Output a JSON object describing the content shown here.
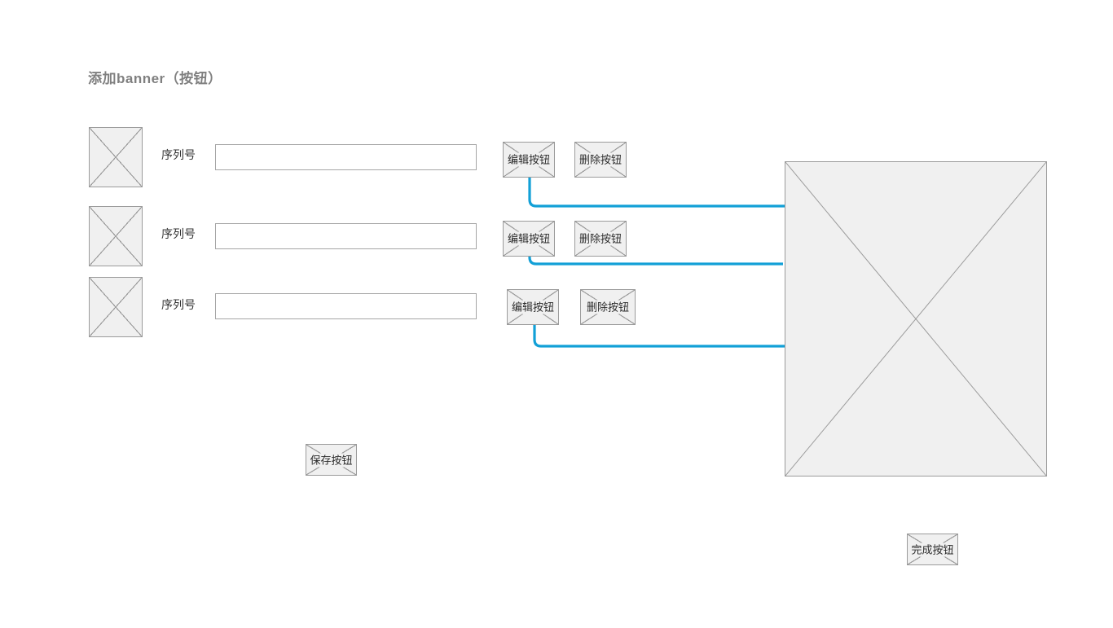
{
  "page": {
    "title": "添加banner（按钮）",
    "background": "#ffffff",
    "accent_color": "#12a0d7",
    "placeholder_fill": "#f0f0f0",
    "placeholder_stroke": "#9b9b9b",
    "title_color": "#808080"
  },
  "rows": [
    {
      "thumbnail_name": "banner-image-placeholder-1",
      "label": "序列号",
      "input_value": "",
      "input_placeholder": "",
      "edit_label": "编辑按钮",
      "delete_label": "删除按钮"
    },
    {
      "thumbnail_name": "banner-image-placeholder-2",
      "label": "序列号",
      "input_value": "",
      "input_placeholder": "",
      "edit_label": "编辑按钮",
      "delete_label": "删除按钮"
    },
    {
      "thumbnail_name": "banner-image-placeholder-3",
      "label": "序列号",
      "input_value": "",
      "input_placeholder": "",
      "edit_label": "编辑按钮",
      "delete_label": "删除按钮"
    }
  ],
  "actions": {
    "save_label": "保存按钮",
    "done_label": "完成按钮"
  },
  "preview": {
    "name": "banner-editor-preview-placeholder",
    "caption": ""
  }
}
